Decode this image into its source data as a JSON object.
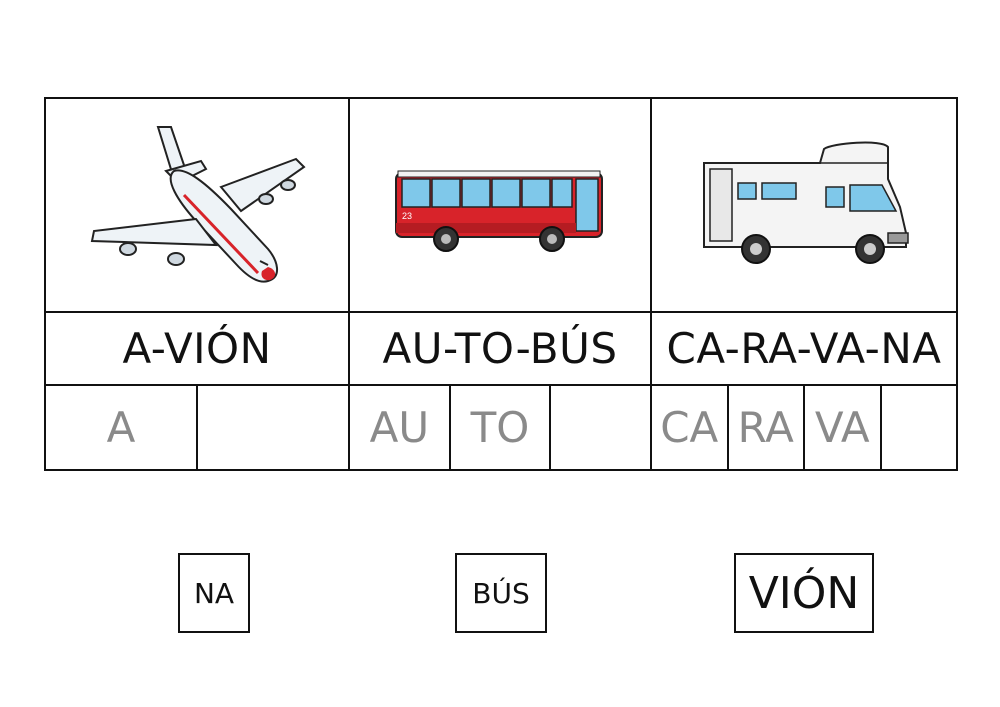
{
  "columns": [
    {
      "word": "A-VIÓN",
      "picture_icon": "airplane-icon",
      "slots": [
        "A",
        ""
      ]
    },
    {
      "word": "AU-TO-BÚS",
      "picture_icon": "bus-icon",
      "bus_number": "23",
      "slots": [
        "AU",
        "TO",
        ""
      ]
    },
    {
      "word": "CA-RA-VA-NA",
      "picture_icon": "camper-van-icon",
      "slots": [
        "CA",
        "RA",
        "VA",
        ""
      ]
    }
  ],
  "cards": [
    "NA",
    "BÚS",
    "VIÓN"
  ],
  "colors": {
    "bus_red": "#d8232a",
    "window_blue": "#7fc8ea",
    "plane_white": "#eef3f7",
    "slot_text": "#8a8a8a"
  }
}
